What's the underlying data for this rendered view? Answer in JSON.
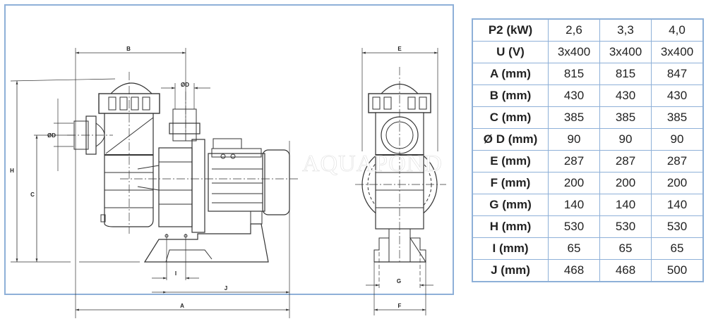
{
  "drawing": {
    "dimension_labels": {
      "A": "A",
      "B": "B",
      "C": "C",
      "D_side": "ØD",
      "D_top": "ØD",
      "E": "E",
      "F": "F",
      "G": "G",
      "H": "H",
      "I": "I",
      "J": "J"
    },
    "watermark": "AQUAPOND"
  },
  "table": {
    "rows": [
      {
        "label": "P2 (kW)",
        "values": [
          "2,6",
          "3,3",
          "4,0"
        ]
      },
      {
        "label": "U (V)",
        "values": [
          "3x400",
          "3x400",
          "3x400"
        ]
      },
      {
        "label": "A (mm)",
        "values": [
          "815",
          "815",
          "847"
        ]
      },
      {
        "label": "B (mm)",
        "values": [
          "430",
          "430",
          "430"
        ]
      },
      {
        "label": "C (mm)",
        "values": [
          "385",
          "385",
          "385"
        ]
      },
      {
        "label": "Ø D (mm)",
        "values": [
          "90",
          "90",
          "90"
        ]
      },
      {
        "label": "E (mm)",
        "values": [
          "287",
          "287",
          "287"
        ]
      },
      {
        "label": "F (mm)",
        "values": [
          "200",
          "200",
          "200"
        ]
      },
      {
        "label": "G (mm)",
        "values": [
          "140",
          "140",
          "140"
        ]
      },
      {
        "label": "H (mm)",
        "values": [
          "530",
          "530",
          "530"
        ]
      },
      {
        "label": "I (mm)",
        "values": [
          "65",
          "65",
          "65"
        ]
      },
      {
        "label": "J (mm)",
        "values": [
          "468",
          "468",
          "500"
        ]
      }
    ]
  }
}
